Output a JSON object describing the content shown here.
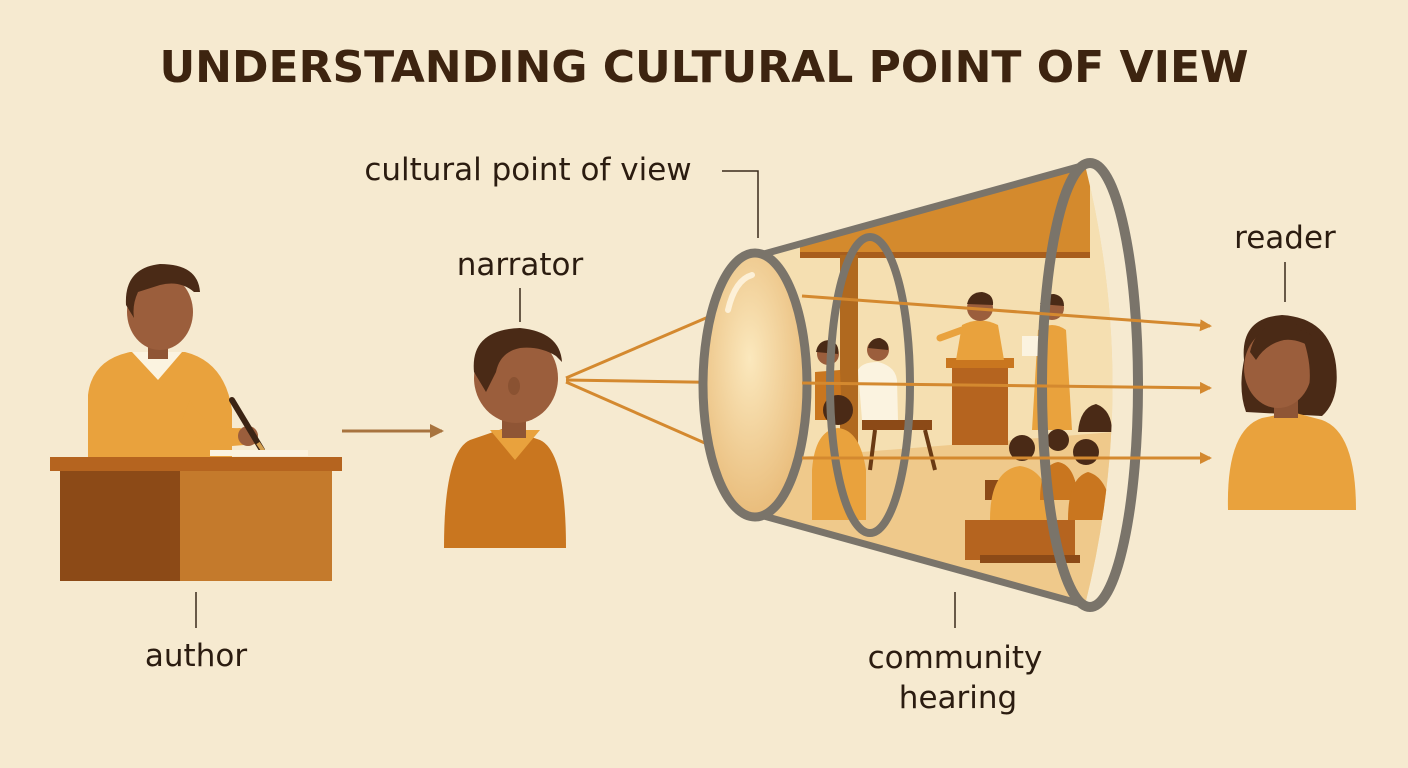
{
  "title": "UNDERSTANDING CULTURAL POINT OF VIEW",
  "labels": {
    "cultural_pov": "cultural point of view",
    "narrator": "narrator",
    "reader": "reader",
    "author": "author",
    "community_line1": "community",
    "community_line2": "hearing"
  },
  "colors": {
    "background": "#f6ead0",
    "title": "#3d2410",
    "arrow": "#d4892f",
    "skin": "#9b5e3c",
    "hair": "#4a2a16",
    "shirt": "#e9a23d",
    "desk": "#b5641f",
    "lens_frame": "#7a746a"
  },
  "icons": [
    "author-figure",
    "narrator-figure",
    "reader-figure",
    "lens-cone",
    "community-scene"
  ]
}
